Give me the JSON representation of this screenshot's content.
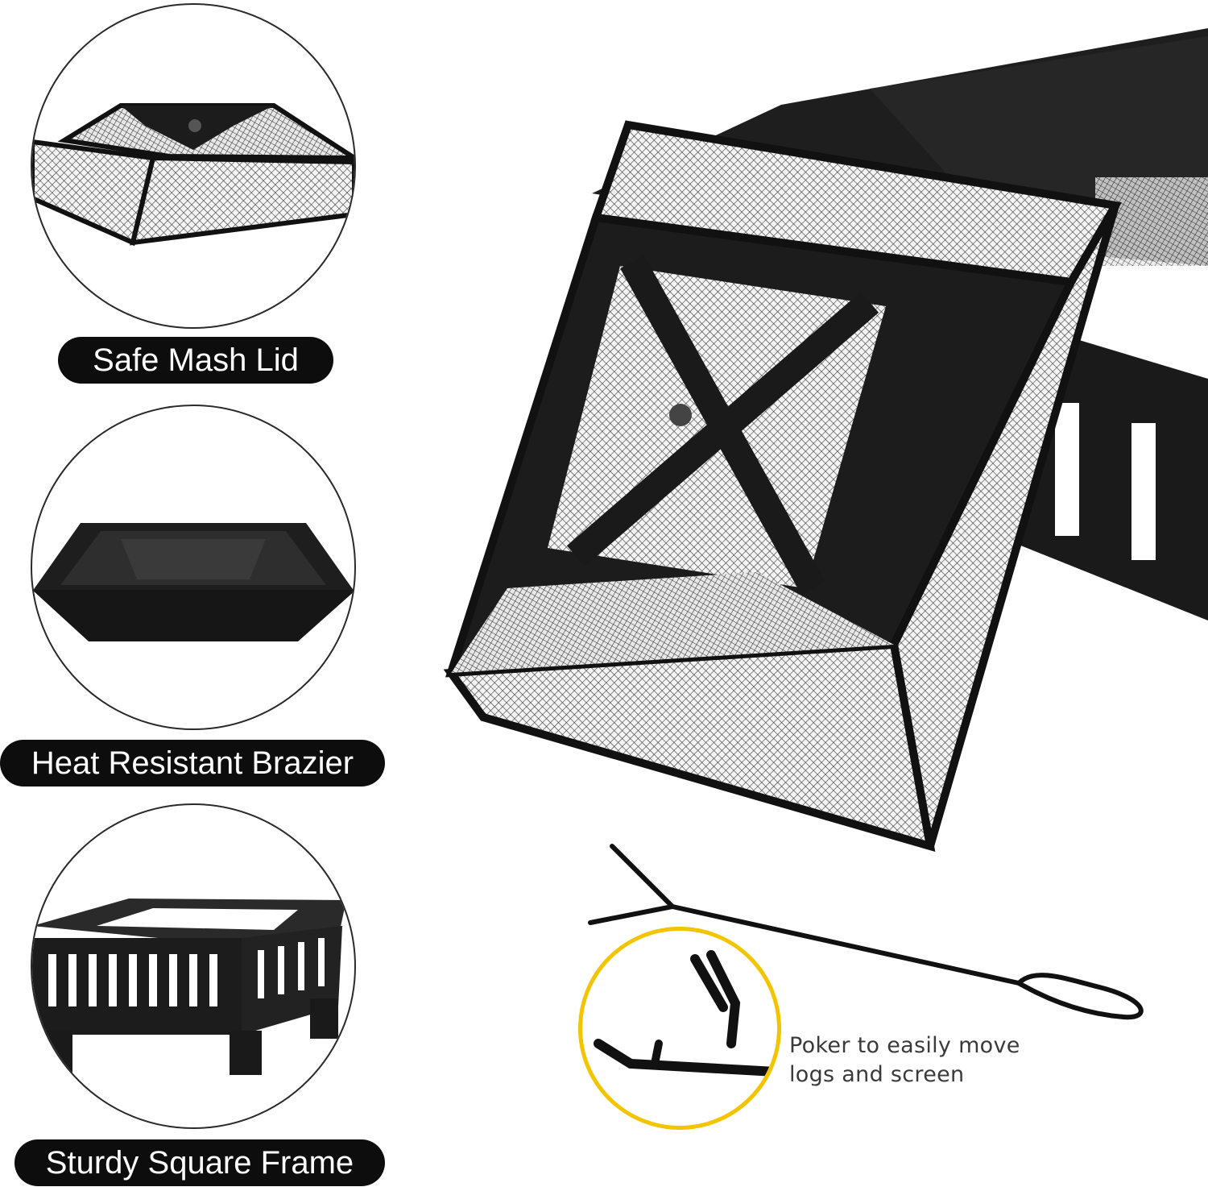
{
  "features": [
    {
      "label": "Safe Mash Lid",
      "icon": "mesh-lid-icon"
    },
    {
      "label": "Heat Resistant Brazier",
      "icon": "brazier-bowl-icon"
    },
    {
      "label": "Sturdy Square Frame",
      "icon": "square-frame-icon"
    }
  ],
  "poker": {
    "caption_line1": "Poker to easily move",
    "caption_line2": "logs and screen",
    "highlight_color": "#f2c500"
  },
  "colors": {
    "metal": "#1a1a1a",
    "mesh": "#8c8c8c",
    "pill_bg": "#0d0d0d",
    "pill_text": "#ffffff"
  }
}
